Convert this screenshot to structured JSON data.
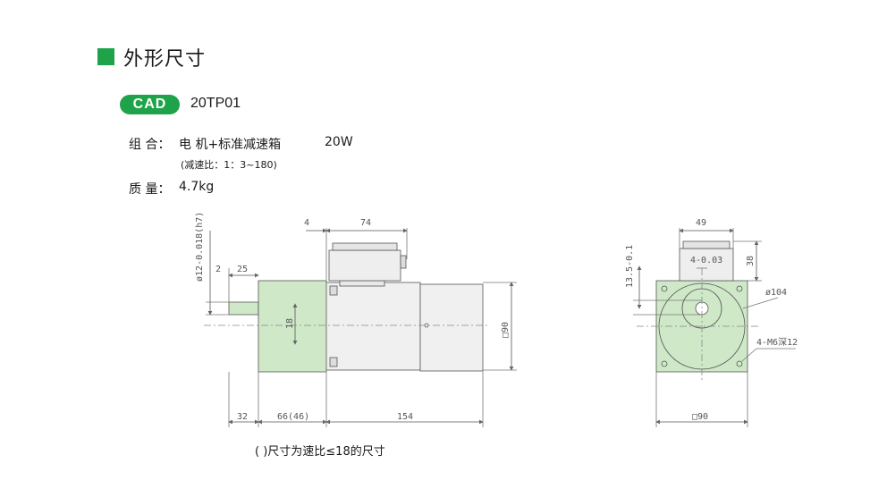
{
  "section": {
    "title": "外形尺寸"
  },
  "badge": {
    "label": "CAD"
  },
  "model": "20TP01",
  "specs": {
    "combo_label": "组 合：",
    "combo_value": "电 机+标准减速箱",
    "power": "20W",
    "ratio": "(减速比：1：3~180)",
    "mass_label": "质 量：",
    "mass_value": "4.7kg"
  },
  "dimensions": {
    "top_4": "4",
    "top_74": "74",
    "shaft_dia": "ø12-0.018(h7)",
    "d2": "2",
    "d25": "25",
    "d18": "18",
    "sq90_side": "□90",
    "b32": "32",
    "b66": "66(46)",
    "b154": "154",
    "f49": "49",
    "f13": "13.5-0.1",
    "f4": "4-0.03",
    "f38": "38",
    "f104": "ø104",
    "fholes": "4-M6深12",
    "fsq90": "□90"
  },
  "note": "( )尺寸为速比≤18的尺寸",
  "colors": {
    "accent": "#1fa34a",
    "gearbox": "#cfe8c8",
    "motor": "#f0f0f0"
  }
}
